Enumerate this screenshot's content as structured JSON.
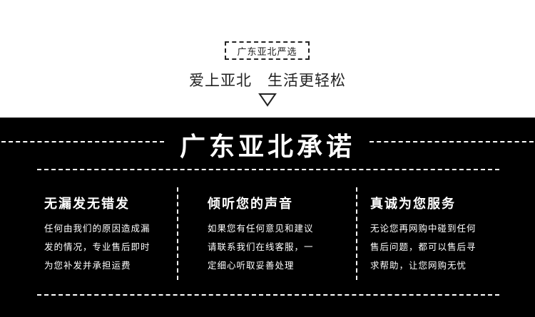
{
  "brand_tag": "广东亚北严选",
  "slogan": {
    "left": "爱上亚北",
    "right": "生活更轻松"
  },
  "section_title": "广东亚北承诺",
  "promises": [
    {
      "heading": "无漏发无错发",
      "body": "任何由我们的原因造成漏\n发的情况，专业售后即时\n为您补发并承担运费"
    },
    {
      "heading": "倾听您的声音",
      "body": "如果您有任何意见和建议\n请联系我们在线客服，一\n定细心听取妥善处理"
    },
    {
      "heading": "真诚为您服务",
      "body": "无论您再网购中碰到任何\n售后问题，都可以售后寻\n求帮助，让您网购无忧"
    }
  ],
  "icons": [
    "down-triangle-icon"
  ],
  "colors": {
    "dark_band": "#000000",
    "light_band": "#ffffff",
    "text_dark": "#222222",
    "text_light": "#ffffff"
  }
}
